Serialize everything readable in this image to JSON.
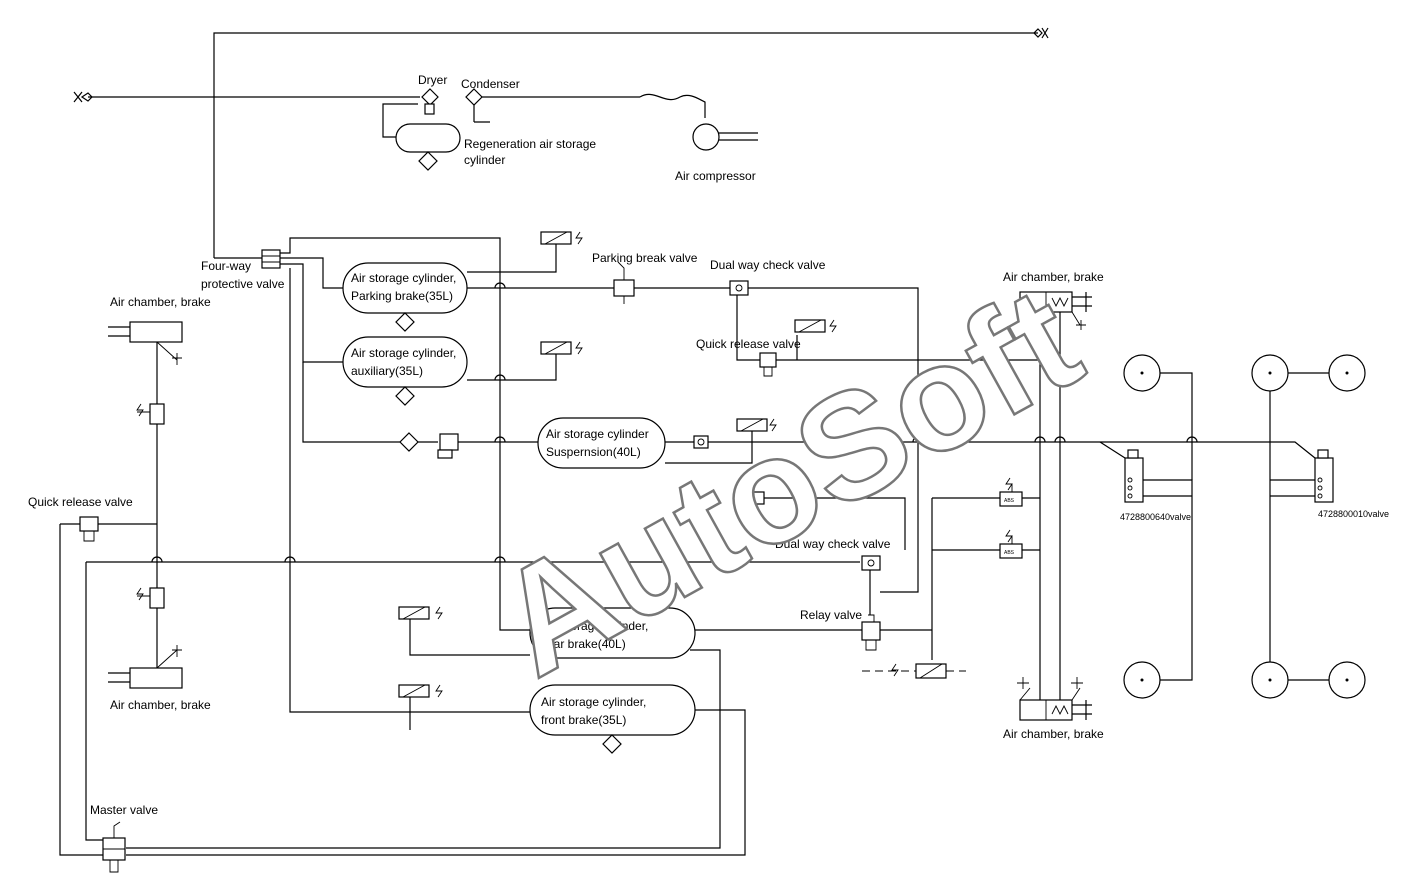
{
  "labels": {
    "dryer": "Dryer",
    "condenser": "Condenser",
    "regen_line1": "Regeneration air storage",
    "regen_line2": "cylinder",
    "air_compressor": "Air compressor",
    "four_way_line1": "Four-way",
    "four_way_line2": "protective valve",
    "air_chamber_brake": "Air chamber, brake",
    "parking_tank_line1": "Air storage cylinder,",
    "parking_tank_line2": "Parking brake(35L)",
    "aux_tank_line1": "Air storage cylinder,",
    "aux_tank_line2": "auxiliary(35L)",
    "susp_tank_line1": "Air storage cylinder",
    "susp_tank_line2": "Suspernsion(40L)",
    "rear_tank_line1": "Air storage cylinder,",
    "rear_tank_line2": "rear brake(40L)",
    "front_tank_line1": "Air storage cylinder,",
    "front_tank_line2": "front brake(35L)",
    "parking_break_valve": "Parking break valve",
    "dual_way_check_valve": "Dual way check valve",
    "quick_release_valve": "Quick release valve",
    "relay_valve": "Relay valve",
    "master_valve": "Master valve",
    "valve_a": "4728800640valve",
    "valve_b": "4728800010valve",
    "abs": "ABS",
    "watermark": "AutoSoft"
  }
}
